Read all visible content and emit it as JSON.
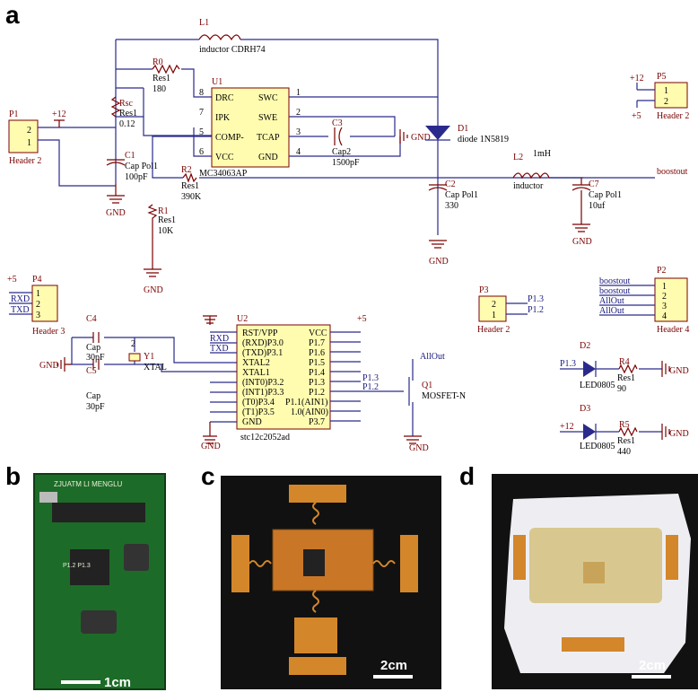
{
  "panels": {
    "a": "a",
    "b": "b",
    "c": "c",
    "d": "d"
  },
  "u1": {
    "ref": "U1",
    "part": "MC34063AP",
    "left_pins": [
      "8",
      "7",
      "5",
      "6"
    ],
    "left_names": [
      "DRC",
      "IPK",
      "COMP-",
      "VCC"
    ],
    "right_pins": [
      "1",
      "2",
      "3",
      "4"
    ],
    "right_names": [
      "SWC",
      "SWE",
      "TCAP",
      "GND"
    ]
  },
  "u2": {
    "ref": "U2",
    "part": "stc12c2052ad",
    "left_names": [
      "RST/VPP",
      "(RXD)P3.0",
      "(TXD)P3.1",
      "XTAL2",
      "XTAL1",
      "(INT0)P3.2",
      "(INT1)P3.3",
      "(T0)P3.4",
      "(T1)P3.5",
      "GND"
    ],
    "right_names": [
      "VCC",
      "P1.7",
      "P1.6",
      "P1.5",
      "P1.4",
      "P1.3",
      "P1.2",
      "P1.1(AIN1)",
      "1.0(AIN0)",
      "P3.7"
    ],
    "p13_label": "P1.3",
    "p12_label": "P1.2"
  },
  "l1": {
    "ref": "L1",
    "value": "inductor CDRH74"
  },
  "r0": {
    "ref": "R0",
    "type": "Res1",
    "value": "180"
  },
  "rsc": {
    "ref": "Rsc",
    "type": "Res1",
    "value": "0.12"
  },
  "c1": {
    "ref": "C1",
    "type": "Cap Pol1",
    "value": "100pF"
  },
  "r2": {
    "ref": "R2",
    "type": "Res1",
    "value": "390K"
  },
  "r1": {
    "ref": "R1",
    "type": "Res1",
    "value": "10K"
  },
  "c3": {
    "ref": "C3",
    "type": "Cap2",
    "value": "1500pF"
  },
  "d1": {
    "ref": "D1",
    "value": "diode 1N5819"
  },
  "c2": {
    "ref": "C2",
    "type": "Cap Pol1",
    "value": "330"
  },
  "l2": {
    "ref": "L2",
    "type": "inductor",
    "value": "1mH"
  },
  "c7": {
    "ref": "C7",
    "type": "Cap Pol1",
    "value": "10uf"
  },
  "p1": {
    "ref": "P1",
    "name": "Header 2",
    "pins": [
      "2",
      "1"
    ],
    "rail": "+12"
  },
  "p5": {
    "ref": "P5",
    "name": "Header 2",
    "pins": [
      "1",
      "2"
    ],
    "rail_top": "+12",
    "rail_bot": "+5"
  },
  "p4": {
    "ref": "P4",
    "name": "Header 3",
    "pins": [
      "1",
      "2",
      "3"
    ],
    "rail": "+5",
    "rxd": "RXD",
    "txd": "TXD"
  },
  "p3": {
    "ref": "P3",
    "name": "Header 2",
    "pins": [
      "2",
      "1"
    ],
    "net_a": "P1.3",
    "net_b": "P1.2"
  },
  "p2": {
    "ref": "P2",
    "name": "Header 4",
    "pins": [
      "1",
      "2",
      "3",
      "4"
    ],
    "nets": [
      "boostout",
      "boostout",
      "AllOut",
      "AllOut"
    ]
  },
  "c4": {
    "ref": "C4",
    "type": "Cap",
    "value": "30pF"
  },
  "c5": {
    "ref": "C5",
    "type": "Cap",
    "value": "30pF"
  },
  "y1": {
    "ref": "Y1",
    "type": "XTAL",
    "pin": "2"
  },
  "q1": {
    "ref": "Q1",
    "type": "MOSFET-N",
    "net": "AllOut",
    "gate": "P1.2"
  },
  "d2": {
    "ref": "D2",
    "type": "LED0805",
    "net": "P1.3"
  },
  "r4": {
    "ref": "R4",
    "type": "Res1",
    "value": "90"
  },
  "d3": {
    "ref": "D3",
    "type": "LED0805",
    "net": "+12"
  },
  "r5": {
    "ref": "R5",
    "type": "Res1",
    "value": "440"
  },
  "labels": {
    "gnd": "GND",
    "boostout": "boostout",
    "rxd": "RXD",
    "txd": "TXD",
    "plus5": "+5",
    "plus12": "+12"
  },
  "board_text": {
    "top": "ZJUATM LI MENGLU",
    "mid": "P1.2 P1.3"
  },
  "scalebars": {
    "b": "1cm",
    "c": "2cm",
    "d": "2cm"
  },
  "colors": {
    "wire": "#2a2a8c",
    "part": "#7a0000",
    "chip": "#fffcb0",
    "pcb": "#1d6b28",
    "flex": "#d4862a"
  }
}
